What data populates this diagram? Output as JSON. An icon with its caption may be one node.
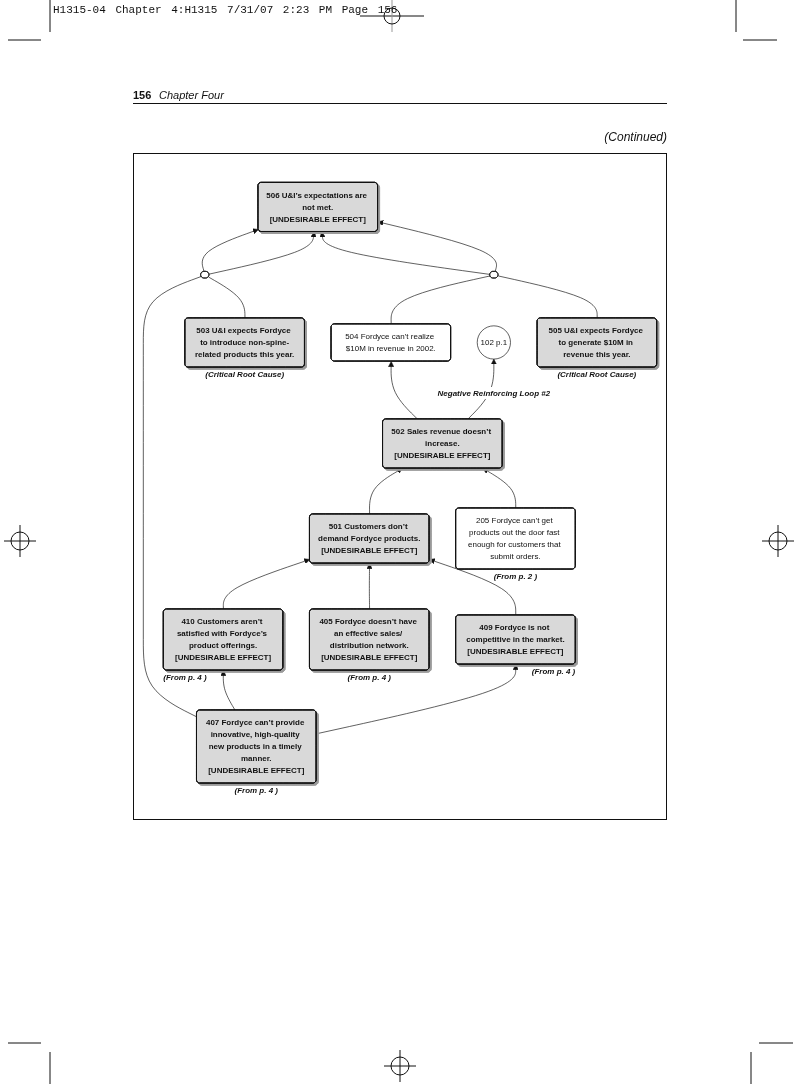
{
  "diagram": {
    "nodes": [
      {
        "text": [
          "506 U&I’s expectations are not met.",
          "[UNDESIRABLE EFFECT]"
        ]
      },
      {
        "text": [],
        "shape": "ellipse"
      },
      {
        "text": [],
        "shape": "ellipse"
      },
      {
        "text": [
          "503 U&I expects Fordyce to introduce non-spine-related products this year."
        ],
        "beside": [
          "(Critical Root Cause)"
        ]
      },
      {
        "text": [
          "504 Fordyce can’t realize $10M in revenue in 2002."
        ]
      },
      {
        "text": [
          "505 U&I expects Fordyce to generate $10M in revenue this year."
        ],
        "beside": [
          "(Critical Root Cause)"
        ]
      },
      {
        "text": [
          "502 Sales revenue doesn’t increase.",
          "[UNDESIRABLE EFFECT]"
        ]
      },
      {
        "text": [
          "102 p.1"
        ]
      },
      {
        "text": [
          "501 Customers don’t demand Fordyce products.",
          "[UNDESIRABLE EFFECT]"
        ]
      },
      {
        "text": [
          "205 Fordyce can’t get products out the door fast enough for customers that submit orders."
        ],
        "beside": [
          "(From p. 2 )"
        ]
      },
      {
        "text": [
          "410 Customers aren’t satisfied with Fordyce’s product offerings.",
          "[UNDESIRABLE EFFECT]"
        ],
        "beside": [
          "(From p. 4 )"
        ]
      },
      {
        "text": [
          "405 Fordyce doesn’t have an effective sales/ distribution network.",
          "[UNDESIRABLE EFFECT]"
        ],
        "beside": [
          "(From p. 4 )"
        ]
      },
      {
        "text": [
          "409 Fordyce is not competitive in the market.",
          "[UNDESIRABLE EFFECT]"
        ],
        "beside": [
          "(From p. 4 )"
        ]
      },
      {
        "text": [
          "407 Fordyce can’t provide innovative, high-quality new products in a timely manner.",
          "[UNDESIRABLE EFFECT]"
        ],
        "beside": [
          "(From p. 4 )"
        ]
      }
    ],
    "edges": [
      {
        "from": 13,
        "to": 1,
        "arrow": "none"
      },
      {
        "from": 3,
        "to": 1,
        "arrow": "none"
      },
      {
        "from": 1,
        "to": 0,
        "arrow": "to"
      },
      {
        "from": 1,
        "to": 0,
        "arrow": "to"
      },
      {
        "from": 4,
        "to": 2,
        "arrow": "none"
      },
      {
        "from": 5,
        "to": 2,
        "arrow": "none"
      },
      {
        "from": 2,
        "to": 0,
        "arrow": "to"
      },
      {
        "from": 2,
        "to": 0,
        "arrow": "to"
      },
      {
        "from": 6,
        "to": 4,
        "arrow": "to"
      },
      {
        "from": 6,
        "to": 7,
        "arrow": "to",
        "label": "Negative Reinforcing Loop #2"
      },
      {
        "from": 8,
        "to": 6,
        "arrow": "to"
      },
      {
        "from": 9,
        "to": 6,
        "arrow": "to"
      },
      {
        "from": 10,
        "to": 8,
        "arrow": "to"
      },
      {
        "from": 11,
        "to": 8,
        "arrow": "to"
      },
      {
        "from": 12,
        "to": 8,
        "arrow": "to"
      },
      {
        "from": 13,
        "to": 10,
        "arrow": "to"
      },
      {
        "from": 13,
        "to": 12,
        "arrow": "to"
      }
    ],
    "labels": [
      "H1315-04 Chapter 4:H1315 7/31/07 2:23 PM Page 156",
      "156",
      "Chapter Four",
      "(Continued)"
    ]
  }
}
